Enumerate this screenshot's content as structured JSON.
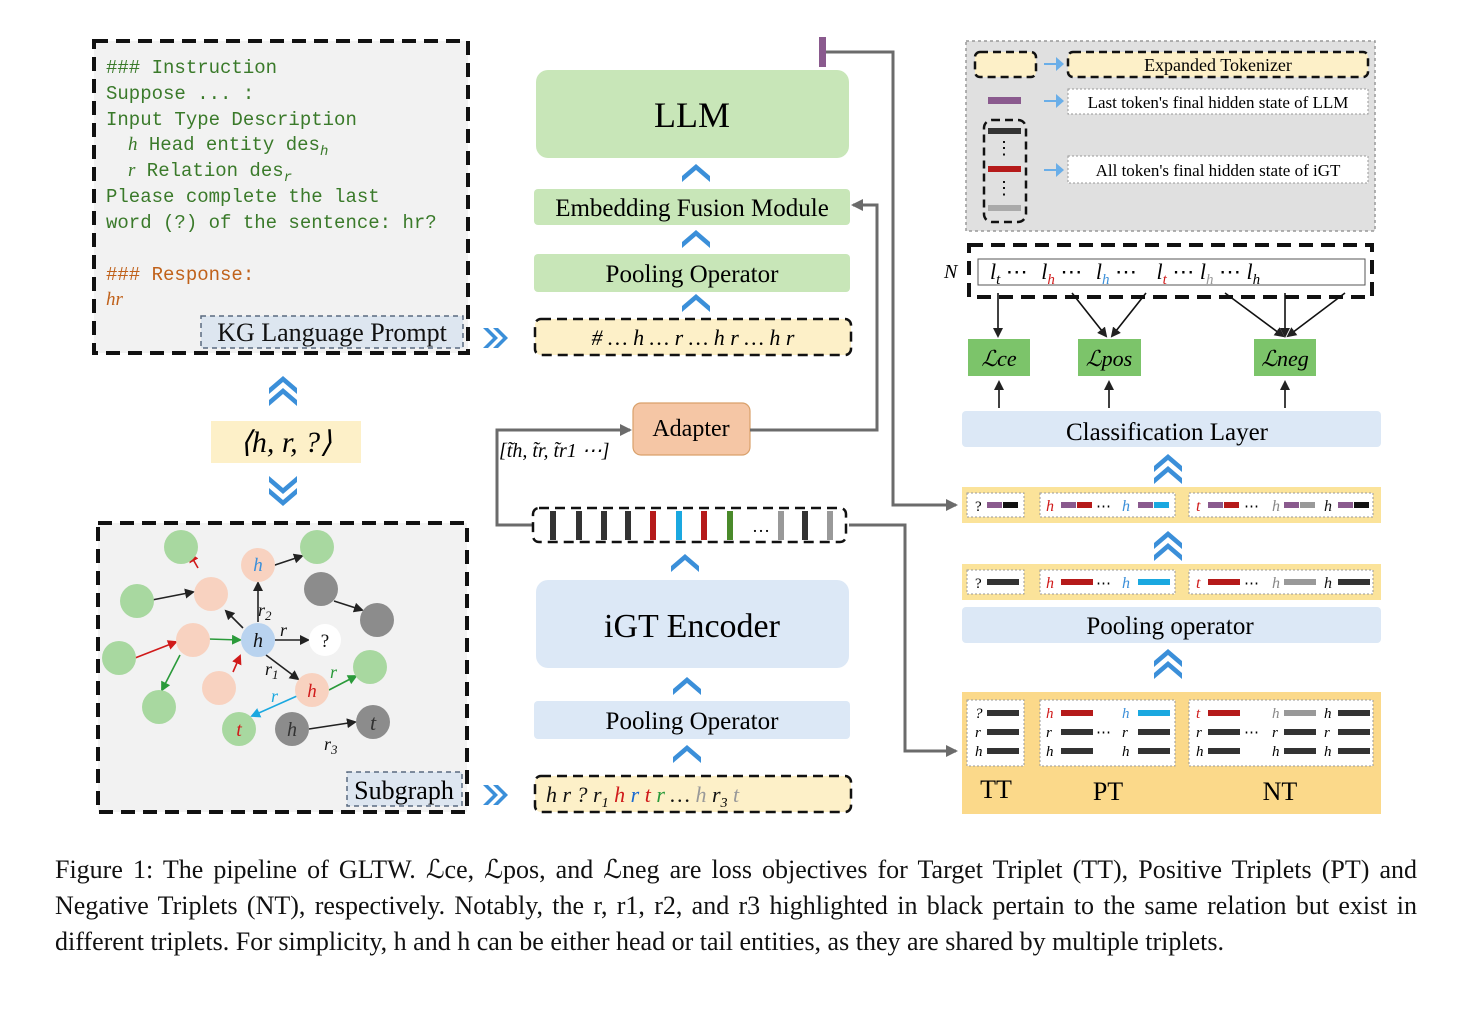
{
  "prompt_box": {
    "lines": [
      "### Instruction",
      "Suppose ... :",
      "Input   Type   Description",
      "h  Head entity  des",
      "r  Relation     des",
      "Please   complete   the   last",
      "word (?) of the sentence: hr?",
      "### Response:",
      "hr"
    ],
    "label": "KG Language Prompt"
  },
  "query_triplet": "⟨h, r, ?⟩",
  "subgraph": {
    "label": "Subgraph"
  },
  "llm_stack": {
    "llm": "LLM",
    "fusion": "Embedding Fusion Module",
    "pooling": "Pooling Operator",
    "tokens": "# … h … r … h r … h r"
  },
  "adapter": "Adapter",
  "adapter_input": "[t̃h, t̃r, t̃r1 ⋯]",
  "encoder_stack": {
    "encoder": "iGT Encoder",
    "pooling": "Pooling Operator",
    "tokens": "h r ? r1 h r t r … h r3 t"
  },
  "legend": {
    "expanded_tokenizer": "Expanded Tokenizer",
    "last_token": "Last token's final hidden state of LLM",
    "all_token": "All token's final hidden state of iGT"
  },
  "logits": {
    "prefix": "N",
    "row": "l_t ⋯ l_h ⋯ l_h ⋯ l_t ⋯ l_h ⋯ l_h"
  },
  "losses": [
    "ℒce",
    "ℒpos",
    "ℒneg"
  ],
  "classification_layer": "Classification Layer",
  "pooling_operator_right": "Pooling operator",
  "triplet_groups": [
    "TT",
    "PT",
    "NT"
  ],
  "caption": {
    "text": "Figure 1: The pipeline of GLTW. ℒce, ℒpos, and ℒneg are loss objectives for Target Triplet (TT), Positive Triplets (PT) and Negative Triplets (NT), respectively. Notably, the r, r1, r2, and r3 highlighted in black pertain to the same relation but exist in different triplets. For simplicity, h and h can be either head or tail entities, as they are shared by multiple triplets."
  },
  "colors": {
    "green_box": "#c8e6b8",
    "blue_box": "#dce8f6",
    "yellow_box": "#fdf0c8",
    "orange_box": "#f5c6a5",
    "purple": "#8a5a8e",
    "red": "#b51a1a",
    "cyan": "#1aa8e0",
    "arrow_blue": "#3b8fd9",
    "green_node": "#a8d8a0",
    "peach_node": "#f8d2c0",
    "gray_node": "#8c8c8c"
  }
}
